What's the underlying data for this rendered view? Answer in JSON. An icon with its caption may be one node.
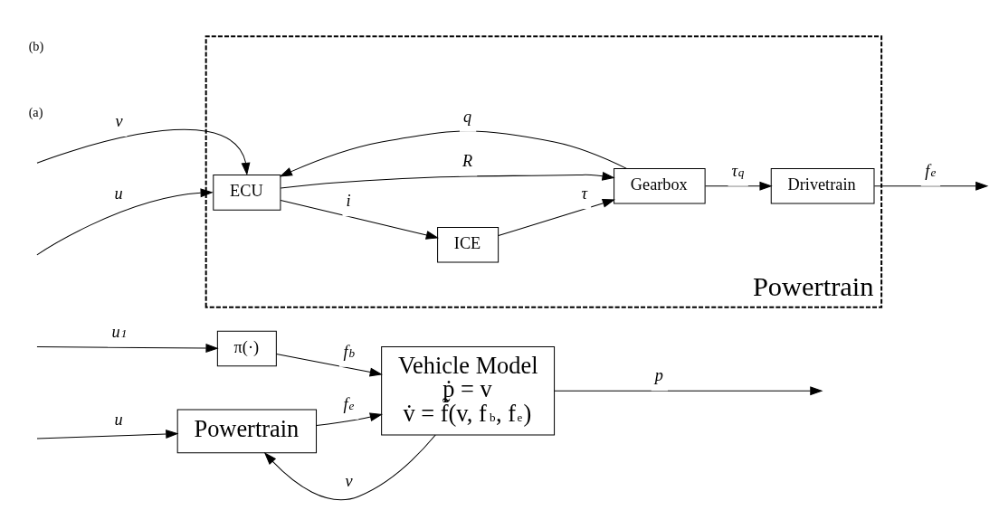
{
  "diagram": {
    "nodes": [
      {
        "text": [
          "Powertrain"
        ]
      },
      {
        "text": [
          "π(·)"
        ]
      },
      {
        "text": [
          "Vehicle Model",
          "ṗ = v",
          "v̇ = f̃(v, f$_{b}$, f$_{e}$)"
        ]
      },
      {
        "text": [
          "Powertrain"
        ]
      },
      {
        "text": [
          "ECU"
        ],
        "in": 3
      },
      {
        "text": [
          "ICE"
        ],
        "in": 3
      },
      {
        "text": [
          "Gearbox"
        ],
        "in": 3
      },
      {
        "text": [
          "Drivetrain"
        ],
        "in": 3
      }
    ],
    "edges": [
      {
        "from": 2,
        "to": 0,
        "arrow": "to",
        "label": "v"
      },
      {
        "from": 0,
        "to": 2,
        "arrow": "to",
        "label": "f$_{e}$"
      },
      {
        "from": 1,
        "to": 2,
        "arrow": "to",
        "label": "f$_{b}$"
      },
      {
        "from": null,
        "to": 0,
        "arrow": "to",
        "label": "u"
      },
      {
        "from": null,
        "to": 1,
        "arrow": "to",
        "label": "u$_{1}$"
      },
      {
        "from": 2,
        "to": null,
        "arrow": "to",
        "label": "p"
      },
      {
        "from": null,
        "to": 4,
        "arrow": "to",
        "label": "v"
      },
      {
        "from": null,
        "to": 4,
        "arrow": "to",
        "label": "u"
      },
      {
        "from": 4,
        "to": 5,
        "arrow": "to",
        "label": "i"
      },
      {
        "from": 5,
        "to": 6,
        "arrow": "to",
        "label": "τ"
      },
      {
        "from": 6,
        "to": 7,
        "arrow": "to",
        "label": "τ$_{q}$"
      },
      {
        "from": 7,
        "to": null,
        "arrow": "to",
        "label": "f$_{e}$"
      },
      {
        "from": 4,
        "to": 6,
        "arrow": "to",
        "label": "R"
      },
      {
        "from": 6,
        "to": 4,
        "arrow": "to",
        "label": "q"
      }
    ],
    "labels": [
      "(a)",
      "(b)"
    ]
  }
}
